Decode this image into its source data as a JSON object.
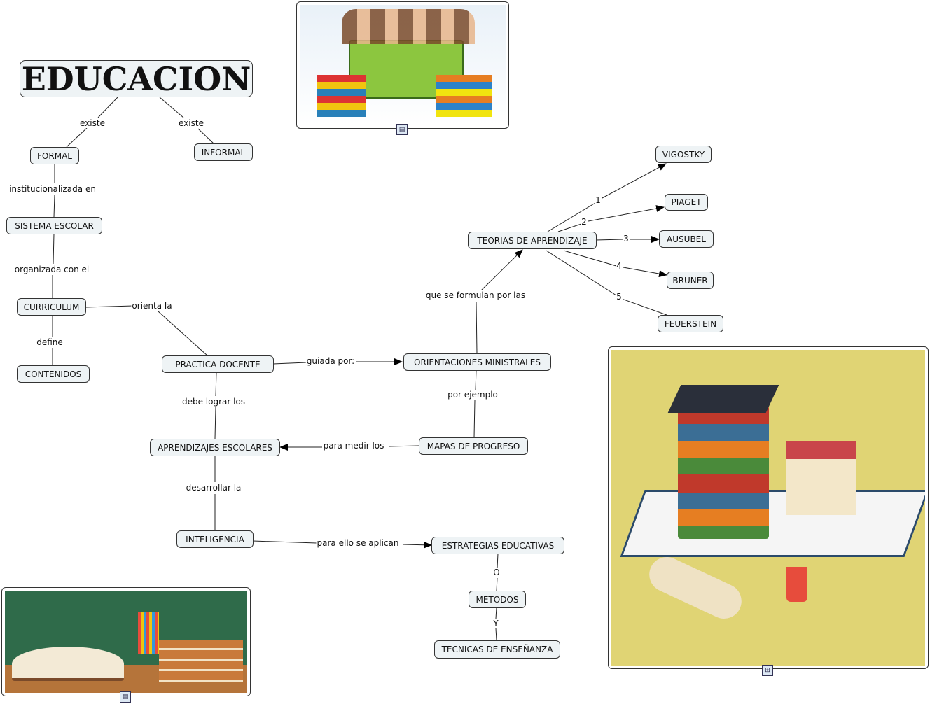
{
  "title": "EDUCACION",
  "nodes": {
    "formal": "FORMAL",
    "informal": "INFORMAL",
    "sistema": "SISTEMA ESCOLAR",
    "curriculum": "CURRICULUM",
    "contenidos": "CONTENIDOS",
    "practica": "PRACTICA DOCENTE",
    "orientaciones": "ORIENTACIONES MINISTRALES",
    "teorias": "TEORIAS DE APRENDIZAJE",
    "vigostky": "VIGOSTKY",
    "piaget": "PIAGET",
    "ausubel": "AUSUBEL",
    "bruner": "BRUNER",
    "feuerstein": "FEUERSTEIN",
    "mapas": "MAPAS DE PROGRESO",
    "aprendizajes": "APRENDIZAJES ESCOLARES",
    "inteligencia": "INTELIGENCIA",
    "estrategias": "ESTRATEGIAS EDUCATIVAS",
    "metodos": "METODOS",
    "tecnicas": "TECNICAS DE ENSEÑANZA"
  },
  "links": {
    "existe1": "existe",
    "existe2": "existe",
    "institucionalizada": "institucionalizada en",
    "organizada": "organizada con el",
    "orienta": "orienta la",
    "define": "define",
    "guiada": "guiada por:",
    "formulan": "que se formulan por las",
    "t1": "1",
    "t2": "2",
    "t3": "3",
    "t4": "4",
    "t5": "5",
    "ejemplo": "por ejemplo",
    "medir": "para medir los",
    "lograr": "debe lograr los",
    "desarrollar": "desarrollar la",
    "aplican": "para ello se aplican",
    "o": "Ó",
    "y": "Y"
  },
  "images": {
    "children_reading": "children-reading-books",
    "graduation_books": "graduation-cap-books-school",
    "chalkboard_books": "books-chalkboard-classroom"
  }
}
